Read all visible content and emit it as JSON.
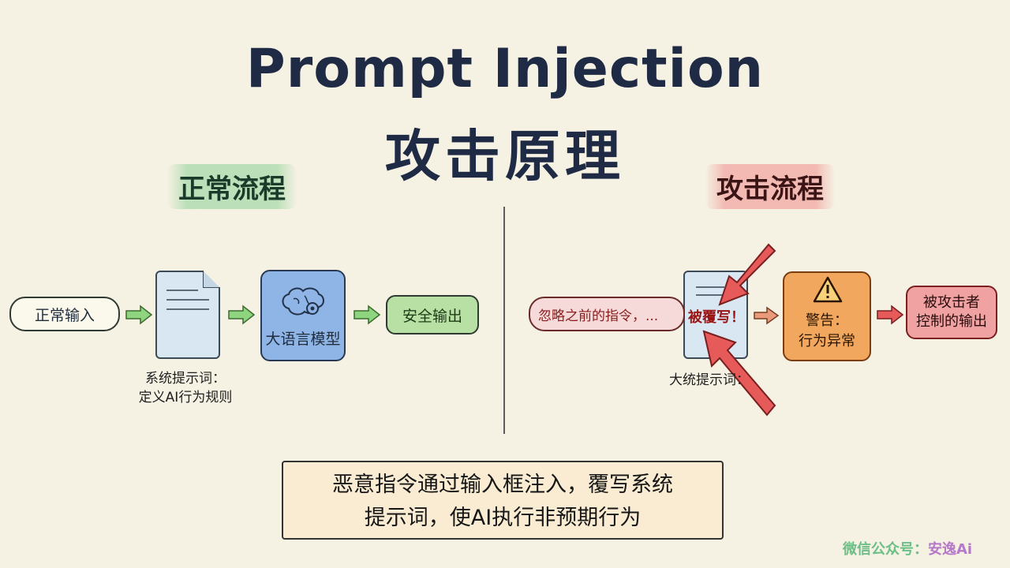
{
  "title": {
    "line1": "Prompt Injection",
    "line2": "攻击原理"
  },
  "normal_flow": {
    "label": "正常流程",
    "input": "正常输入",
    "system_prompt_caption_1": "系统提示词：",
    "system_prompt_caption_2": "定义AI行为规则",
    "llm": "大语言模型",
    "output": "安全输出"
  },
  "attack_flow": {
    "label": "攻击流程",
    "input": "忽略之前的指令，...",
    "overwritten": "被覆写！",
    "system_prompt_caption": "大统提示词：",
    "warning_line1": "警告：",
    "warning_line2": "行为异常",
    "output_line1": "被攻击者",
    "output_line2": "控制的输出"
  },
  "summary": {
    "line1": "恶意指令通过输入框注入，覆写系统",
    "line2": "提示词，使AI执行非预期行为"
  },
  "watermark": {
    "prefix": "微信公众号：",
    "name": "安逸Ai"
  },
  "colors": {
    "green_arrow": "#8fd47e",
    "red_arrow": "#e75a5a",
    "orange_arrow": "#e89a7a"
  }
}
